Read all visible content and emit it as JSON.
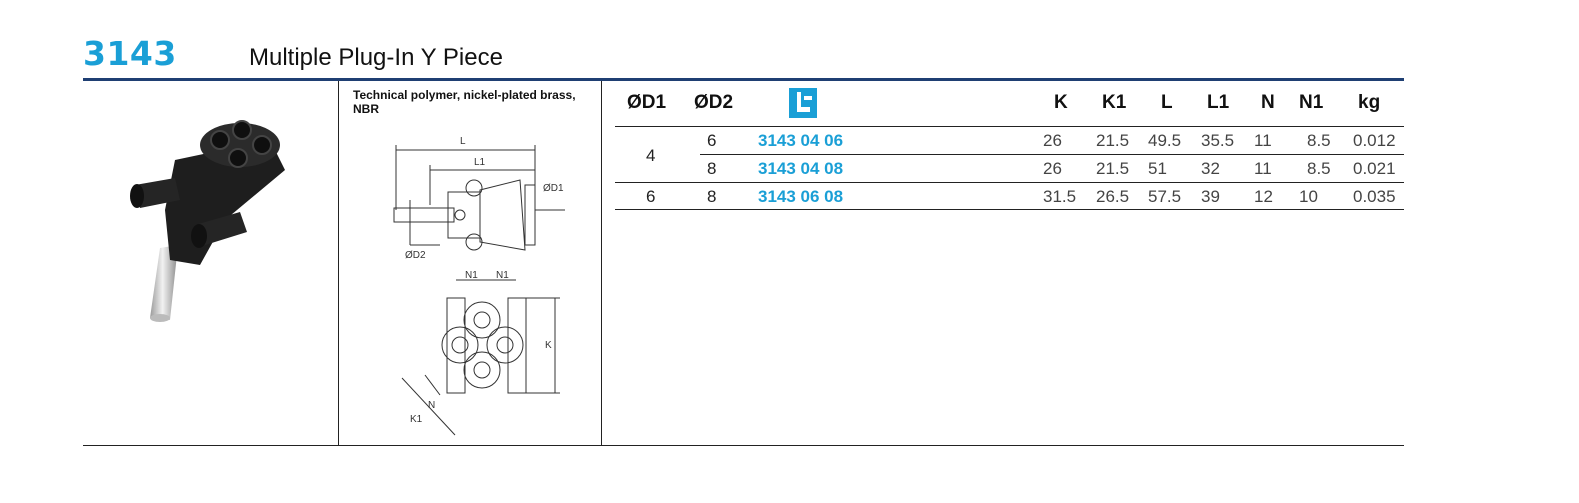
{
  "header": {
    "code": "3143",
    "title": "Multiple Plug-In Y Piece"
  },
  "material": {
    "text": "Technical polymer,  nickel-plated brass, NBR"
  },
  "drawing": {
    "labels": {
      "L": "L",
      "L1": "L1",
      "D1": "ØD1",
      "D2": "ØD2",
      "N1a": "N1",
      "N1b": "N1",
      "K": "K",
      "N": "N",
      "K1": "K1"
    }
  },
  "table": {
    "headers": {
      "d1": "ØD1",
      "d2": "ØD2",
      "icon": "reference-icon",
      "k": "K",
      "k1": "K1",
      "l": "L",
      "l1": "L1",
      "n": "N",
      "n1": "N1",
      "kg": "kg"
    },
    "groups": [
      {
        "d1": "4"
      },
      {
        "d1": "6"
      }
    ],
    "rows": [
      {
        "d2": "6",
        "ref": "3143 04 06",
        "k": "26",
        "k1": "21.5",
        "l": "49.5",
        "l1": "35.5",
        "n": "11",
        "n1": "8.5",
        "kg": "0.012"
      },
      {
        "d2": "8",
        "ref": "3143 04 08",
        "k": "26",
        "k1": "21.5",
        "l": "51",
        "l1": "32",
        "n": "11",
        "n1": "8.5",
        "kg": "0.021"
      },
      {
        "d2": "8",
        "ref": "3143 06 08",
        "k": "31.5",
        "k1": "26.5",
        "l": "57.5",
        "l1": "39",
        "n": "12",
        "n1": "10",
        "kg": "0.035"
      }
    ]
  },
  "colors": {
    "accent": "#1a9fd6",
    "rule": "#1f3f73"
  }
}
